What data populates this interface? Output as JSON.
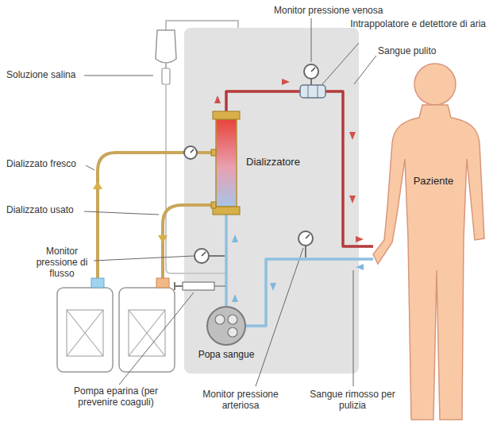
{
  "diagram": {
    "nodes": [
      {
        "text": [
          "Dializzatore"
        ]
      },
      {
        "text": [
          "Paziente"
        ]
      },
      {
        "text": [
          "Popa sangue"
        ]
      }
    ],
    "edges": [
      {
        "from": 2,
        "to": 0,
        "arrow": "none"
      },
      {
        "from": 0,
        "to": 1,
        "arrow": "none"
      },
      {
        "from": 1,
        "to": 2,
        "arrow": "none"
      }
    ],
    "labels": [
      "Monitor pressione venosa",
      "Intrappolatore e detettore di aria",
      "Soluzione salina",
      "Sangue pulito",
      "Dializzato fresco",
      "Dializzato usato",
      "Monitor pressione di flusso",
      "Pompa eparina (per prevenire coaguli)",
      "Monitor pressione arteriosa",
      "Sangue rimosso per pulizia"
    ]
  }
}
